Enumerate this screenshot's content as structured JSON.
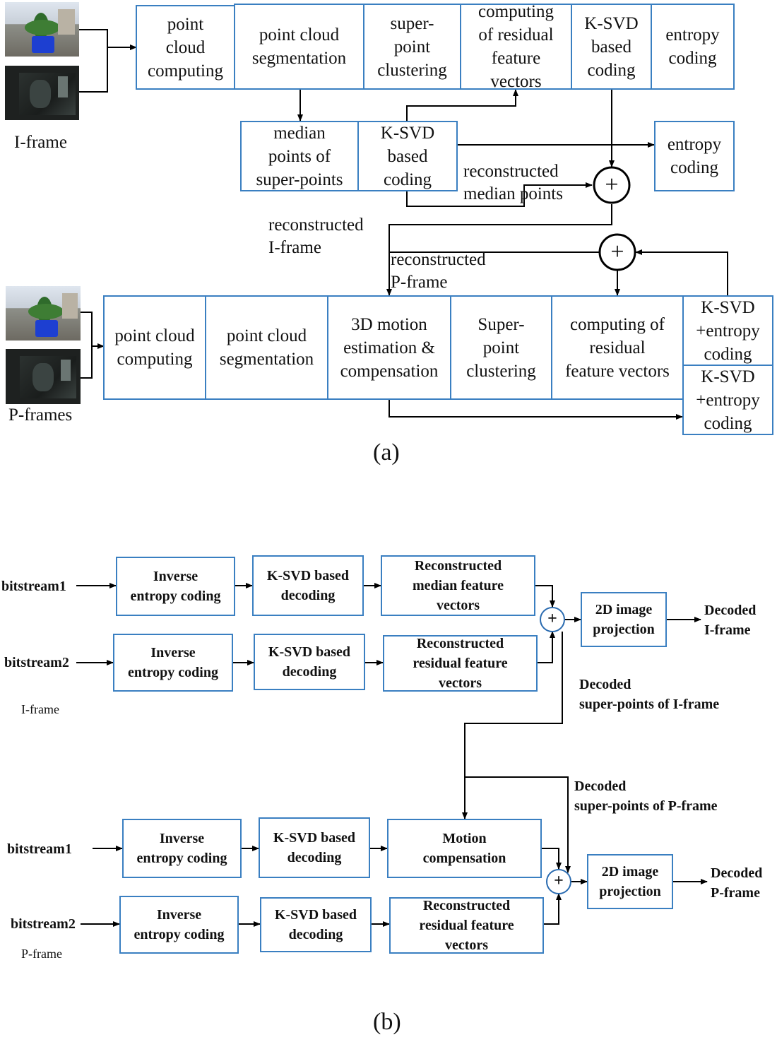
{
  "panel_a": {
    "caption": "(a)",
    "iframe_label": "I-frame",
    "pframes_label": "P-frames",
    "iframe_boxes": [
      "point\ncloud\ncomputing",
      "point cloud\nsegmentation",
      "super-\npoint\nclustering",
      "computing\nof residual\nfeature\nvectors",
      "K-SVD\nbased\ncoding",
      "entropy\ncoding"
    ],
    "median_box": "median\npoints of\nsuper-points",
    "ksvd_mid_box": "K-SVD\nbased\ncoding",
    "entropy_mid_box": "entropy\ncoding",
    "reconstructed_median": "reconstructed\nmedian points",
    "reconstructed_iframe": "reconstructed\nI-frame",
    "reconstructed_pframe": "reconstructed\nP-frame",
    "plus": "+",
    "pframe_boxes": [
      "point cloud\ncomputing",
      "point cloud\nsegmentation",
      "3D motion\nestimation &\ncompensation",
      "Super-\npoint\nclustering",
      "computing of\nresidual\nfeature vectors"
    ],
    "ksvd_entropy_top": "K-SVD\n+entropy\ncoding",
    "ksvd_entropy_bottom": "K-SVD\n+entropy\ncoding"
  },
  "panel_b": {
    "caption": "(b)",
    "iframe_section": {
      "label": "I-frame",
      "bitstream1": "bitstream1",
      "bitstream2": "bitstream2",
      "row1": [
        "Inverse\nentropy coding",
        "K-SVD based\ndecoding",
        "Reconstructed\nmedian feature\nvectors"
      ],
      "row2": [
        "Inverse\nentropy coding",
        "K-SVD based\ndecoding",
        "Reconstructed\nresidual feature\nvectors"
      ],
      "projection": "2D image\nprojection",
      "output": "Decoded\nI-frame",
      "decoded_superpoints": "Decoded\nsuper-points of I-frame",
      "plus": "+"
    },
    "pframe_section": {
      "label": "P-frame",
      "bitstream1": "bitstream1",
      "bitstream2": "bitstream2",
      "row1": [
        "Inverse\nentropy coding",
        "K-SVD based\ndecoding",
        "Motion\ncompensation"
      ],
      "row2": [
        "Inverse\nentropy coding",
        "K-SVD based\ndecoding",
        "Reconstructed\nresidual feature\nvectors"
      ],
      "projection": "2D image\nprojection",
      "output": "Decoded\nP-frame",
      "decoded_superpoints": "Decoded\nsuper-points of P-frame",
      "plus": "+"
    }
  },
  "colors": {
    "box_border": "#3a7fc1",
    "line": "#000000",
    "text": "#111111"
  }
}
